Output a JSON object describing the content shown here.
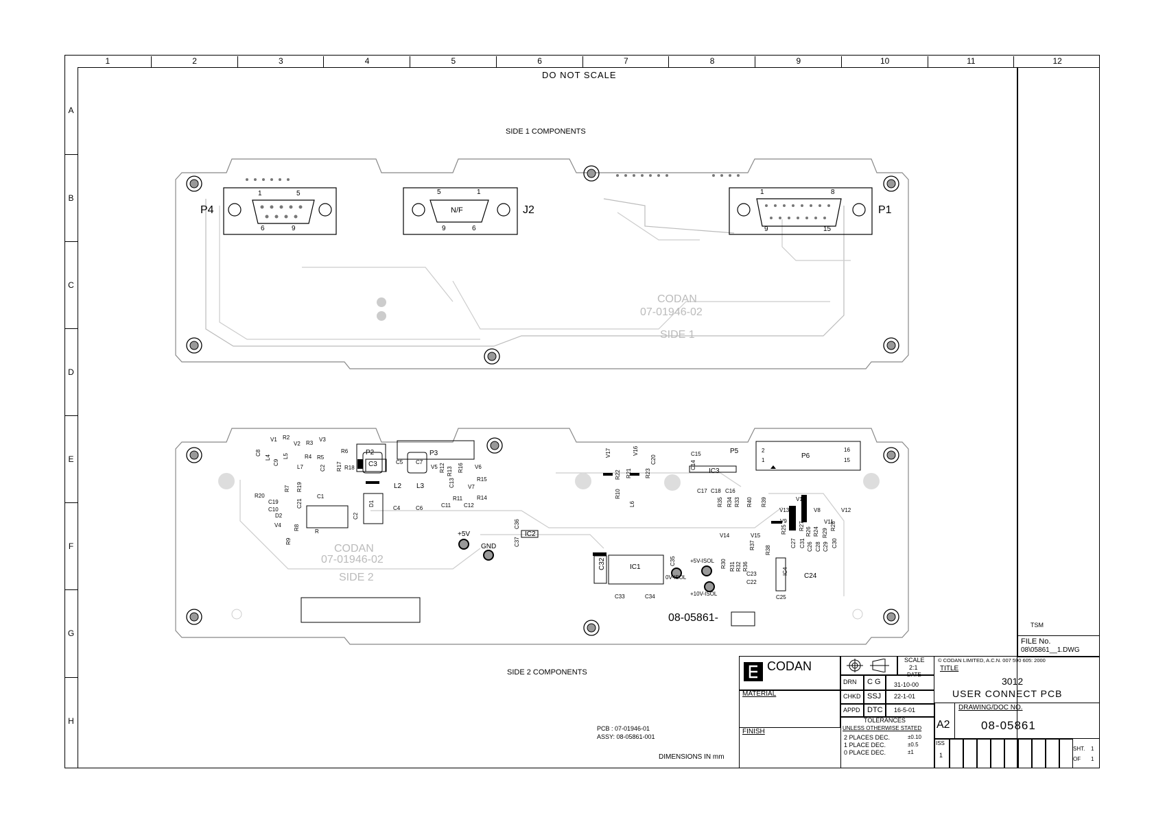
{
  "header": {
    "do_not_scale": "DO NOT SCALE",
    "side1_title": "SIDE 1 COMPONENTS",
    "side2_title": "SIDE 2 COMPONENTS"
  },
  "zones": {
    "columns": [
      "1",
      "2",
      "3",
      "4",
      "5",
      "6",
      "7",
      "8",
      "9",
      "10",
      "11",
      "12"
    ],
    "rows": [
      "A",
      "B",
      "C",
      "D",
      "E",
      "F",
      "G",
      "H"
    ]
  },
  "side1": {
    "connectors": [
      {
        "ref": "P4",
        "pin_tl": "1",
        "pin_tr": "5",
        "pin_bl": "6",
        "pin_br": "9"
      },
      {
        "ref": "J2",
        "pin_tl": "5",
        "pin_tr": "1",
        "pin_bl": "9",
        "pin_br": "6",
        "center": "N/F"
      },
      {
        "ref": "P1",
        "pin_tl": "1",
        "pin_tr": "8",
        "pin_bl": "9",
        "pin_br": "15"
      }
    ],
    "silk_company": "CODAN",
    "silk_part": "07-01946-02",
    "silk_side": "SIDE 1"
  },
  "side2": {
    "silk_company": "CODAN",
    "silk_part": "07-01946-02",
    "silk_side": "SIDE 2",
    "serial_label": "08-05861-",
    "labels": [
      {
        "id": "V1",
        "text": "V1"
      },
      {
        "id": "R2",
        "text": "R2"
      },
      {
        "id": "V2",
        "text": "V2"
      },
      {
        "id": "R3",
        "text": "R3"
      },
      {
        "id": "V3",
        "text": "V3"
      },
      {
        "id": "C8",
        "text": "C8"
      },
      {
        "id": "L4",
        "text": "L4"
      },
      {
        "id": "C9",
        "text": "C9"
      },
      {
        "id": "L5",
        "text": "L5"
      },
      {
        "id": "R4",
        "text": "R4"
      },
      {
        "id": "R5",
        "text": "R5"
      },
      {
        "id": "R6",
        "text": "R6"
      },
      {
        "id": "L7",
        "text": "L7"
      },
      {
        "id": "R17",
        "text": "R17"
      },
      {
        "id": "R18",
        "text": "R18"
      },
      {
        "id": "C2o",
        "text": "C2"
      },
      {
        "id": "P2",
        "text": "P2"
      },
      {
        "id": "C3",
        "text": "C3"
      },
      {
        "id": "C5",
        "text": "C5"
      },
      {
        "id": "C7",
        "text": "C7"
      },
      {
        "id": "P3",
        "text": "P3"
      },
      {
        "id": "V5",
        "text": "V5"
      },
      {
        "id": "V6",
        "text": "V6"
      },
      {
        "id": "R12",
        "text": "R12"
      },
      {
        "id": "R13",
        "text": "R13"
      },
      {
        "id": "R16",
        "text": "R16"
      },
      {
        "id": "R15",
        "text": "R15"
      },
      {
        "id": "V7",
        "text": "V7"
      },
      {
        "id": "L2",
        "text": "L2"
      },
      {
        "id": "L3",
        "text": "L3"
      },
      {
        "id": "C13",
        "text": "C13"
      },
      {
        "id": "R11",
        "text": "R11"
      },
      {
        "id": "R14",
        "text": "R14"
      },
      {
        "id": "C11",
        "text": "C11"
      },
      {
        "id": "C12",
        "text": "C12"
      },
      {
        "id": "R20",
        "text": "R20"
      },
      {
        "id": "R7",
        "text": "R7"
      },
      {
        "id": "R19",
        "text": "R19"
      },
      {
        "id": "C1",
        "text": "C1"
      },
      {
        "id": "C19",
        "text": "C19"
      },
      {
        "id": "C10",
        "text": "C10"
      },
      {
        "id": "C21",
        "text": "C21"
      },
      {
        "id": "D2",
        "text": "D2"
      },
      {
        "id": "D1",
        "text": "D1"
      },
      {
        "id": "C4",
        "text": "C4"
      },
      {
        "id": "C6",
        "text": "C6"
      },
      {
        "id": "V4",
        "text": "V4"
      },
      {
        "id": "R8",
        "text": "R8"
      },
      {
        "id": "R9",
        "text": "R9"
      },
      {
        "id": "R",
        "text": "R"
      },
      {
        "id": "C2",
        "text": "C2"
      },
      {
        "id": "V17",
        "text": "V17"
      },
      {
        "id": "V16",
        "text": "V16"
      },
      {
        "id": "C20",
        "text": "C20"
      },
      {
        "id": "R22",
        "text": "R22"
      },
      {
        "id": "R21",
        "text": "R21"
      },
      {
        "id": "R23",
        "text": "R23"
      },
      {
        "id": "R10",
        "text": "R10"
      },
      {
        "id": "L6",
        "text": "L6"
      },
      {
        "id": "C15",
        "text": "C15"
      },
      {
        "id": "C14",
        "text": "C14"
      },
      {
        "id": "IC3",
        "text": "IC3"
      },
      {
        "id": "C17",
        "text": "C17"
      },
      {
        "id": "C18",
        "text": "C18"
      },
      {
        "id": "C16",
        "text": "C16"
      },
      {
        "id": "P5",
        "text": "P5"
      },
      {
        "id": "P6",
        "text": "P6"
      },
      {
        "id": "p6_2",
        "text": "2"
      },
      {
        "id": "p6_1",
        "text": "1"
      },
      {
        "id": "p6_16",
        "text": "16"
      },
      {
        "id": "p6_15",
        "text": "15"
      },
      {
        "id": "R35",
        "text": "R35"
      },
      {
        "id": "R34",
        "text": "R34"
      },
      {
        "id": "R33",
        "text": "R33"
      },
      {
        "id": "R40",
        "text": "R40"
      },
      {
        "id": "R39",
        "text": "R39"
      },
      {
        "id": "V14",
        "text": "V14"
      },
      {
        "id": "V15",
        "text": "V15"
      },
      {
        "id": "R37",
        "text": "R37"
      },
      {
        "id": "R38",
        "text": "R38"
      },
      {
        "id": "V13",
        "text": "V13"
      },
      {
        "id": "V10",
        "text": "V10"
      },
      {
        "id": "V8",
        "text": "V8"
      },
      {
        "id": "V12",
        "text": "V12"
      },
      {
        "id": "V9",
        "text": "V9"
      },
      {
        "id": "V11",
        "text": "V11"
      },
      {
        "id": "R25",
        "text": "R25"
      },
      {
        "id": "R27",
        "text": "R27"
      },
      {
        "id": "R26",
        "text": "R26"
      },
      {
        "id": "R24",
        "text": "R24"
      },
      {
        "id": "R29",
        "text": "R29"
      },
      {
        "id": "R28",
        "text": "R28"
      },
      {
        "id": "C27",
        "text": "C27"
      },
      {
        "id": "C31",
        "text": "C31"
      },
      {
        "id": "C26",
        "text": "C26"
      },
      {
        "id": "C28",
        "text": "C28"
      },
      {
        "id": "C29",
        "text": "C29"
      },
      {
        "id": "C30",
        "text": "C30"
      },
      {
        "id": "IC2",
        "text": "IC2"
      },
      {
        "id": "C36",
        "text": "C36"
      },
      {
        "id": "C37",
        "text": "C37"
      },
      {
        "id": "p5v",
        "text": "+5V"
      },
      {
        "id": "gnd",
        "text": "GND"
      },
      {
        "id": "C32",
        "text": "C32"
      },
      {
        "id": "IC1",
        "text": "IC1"
      },
      {
        "id": "C35",
        "text": "C35"
      },
      {
        "id": "C33",
        "text": "C33"
      },
      {
        "id": "C34",
        "text": "C34"
      },
      {
        "id": "p5viso",
        "text": "+5V-ISOL"
      },
      {
        "id": "ovisol",
        "text": "0V-ISOL"
      },
      {
        "id": "p10viso",
        "text": "+10V-ISOL"
      },
      {
        "id": "R30",
        "text": "R30"
      },
      {
        "id": "R31",
        "text": "R31"
      },
      {
        "id": "R32",
        "text": "R32"
      },
      {
        "id": "R36",
        "text": "R36"
      },
      {
        "id": "C23",
        "text": "C23"
      },
      {
        "id": "C22",
        "text": "C22"
      },
      {
        "id": "IC4",
        "text": "IC4"
      },
      {
        "id": "C24",
        "text": "C24"
      },
      {
        "id": "C25",
        "text": "C25"
      }
    ]
  },
  "notes": {
    "pcb": "PCB : 07-01946-01",
    "assy": "ASSY: 08-05861-001",
    "dimensions": "DIMENSIONS IN mm"
  },
  "right_panel": {
    "tsm": "TSM",
    "file_label": "FILE No.",
    "file_value": "08\\05861__1.DWG"
  },
  "title_block": {
    "company": "CODAN",
    "scale_label": "SCALE",
    "scale_value": "2:1",
    "date_label": "DATE",
    "copyright": "© CODAN LIMITED, A.C.N. 007 590 605: 2000",
    "title_label": "TITLE",
    "title_line1": "3012",
    "title_line2": "USER CONNECT PCB",
    "material_label": "MATERIAL",
    "finish_label": "FINISH",
    "rows": [
      {
        "role": "DRN",
        "initials": "C G",
        "date": "31-10-00"
      },
      {
        "role": "CHKD",
        "initials": "SSJ",
        "date": "22-1-01"
      },
      {
        "role": "APPD",
        "initials": "DTC",
        "date": "16-5-01"
      }
    ],
    "tolerances_label": "TOLERANCES",
    "tolerances_sub": "UNLESS OTHERWISE STATED",
    "tolerances": [
      {
        "desc": "2 PLACES DEC.",
        "val": "±0.10"
      },
      {
        "desc": "1 PLACE DEC.",
        "val": "±0.5"
      },
      {
        "desc": "0 PLACE DEC.",
        "val": "±1"
      }
    ],
    "size": "A2",
    "drawing_no_label": "DRAWING/DOC NO.",
    "drawing_no": "08-05861",
    "iss_label": "ISS",
    "iss_value": "1",
    "sheet_label": "SHT.",
    "sheet_value": "1",
    "of_label": "OF",
    "of_value": "1"
  }
}
